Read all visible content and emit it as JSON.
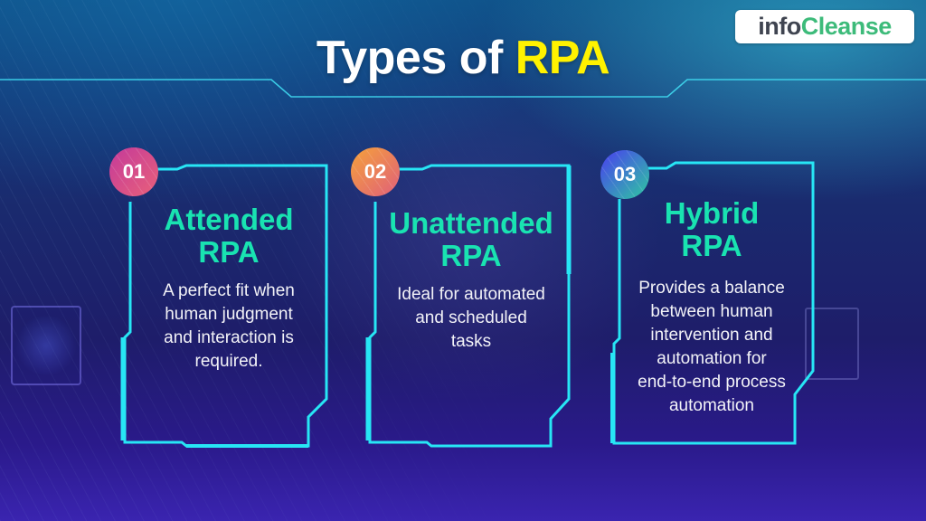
{
  "logo": {
    "part1": "info",
    "part2": "Cleanse"
  },
  "title": {
    "main": "Types of ",
    "highlight": "RPA"
  },
  "colors": {
    "accent_yellow": "#fff200",
    "heading_teal": "#19e3b1",
    "frame_cyan": "#27e6f5",
    "logo_gray": "#3f4450",
    "logo_green": "#3dbb7a",
    "badge_01": [
      "#c43a9a",
      "#e8607a"
    ],
    "badge_02": [
      "#f39a3c",
      "#e0607a"
    ],
    "badge_03": [
      "#4a3df0",
      "#2ec8a0"
    ]
  },
  "cards": [
    {
      "number": "01",
      "title_line1": "Attended",
      "title_line2": "RPA",
      "description": [
        "A perfect fit when",
        "human judgment",
        "and interaction is",
        "required."
      ]
    },
    {
      "number": "02",
      "title_line1": "Unattended",
      "title_line2": "RPA",
      "description": [
        "Ideal for automated",
        "and scheduled",
        "tasks"
      ]
    },
    {
      "number": "03",
      "title_line1": "Hybrid",
      "title_line2": "RPA",
      "description": [
        "Provides a balance",
        "between human",
        "intervention and",
        "automation for",
        "end-to-end process",
        "automation"
      ]
    }
  ]
}
